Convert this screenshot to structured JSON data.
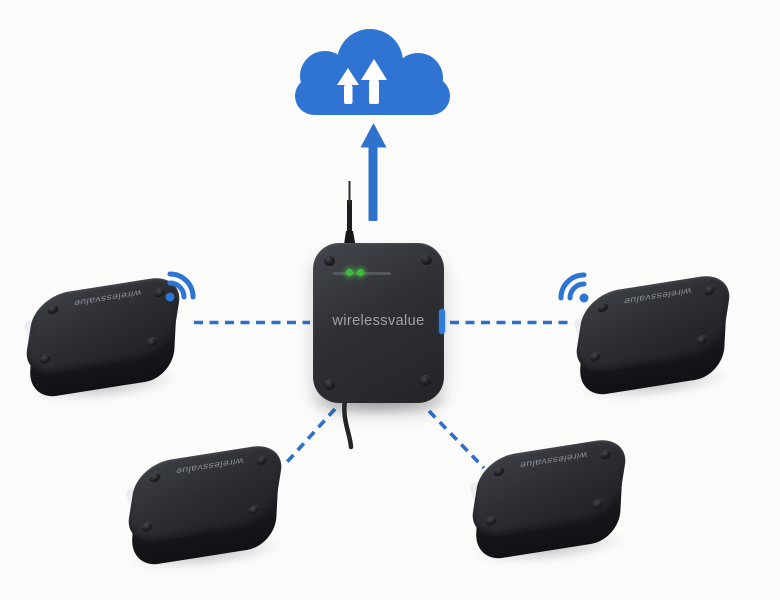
{
  "scene": {
    "background_color": "#fbfbfa",
    "accent_blue": "#2e6fc9",
    "cloud_blue": "#2f74d2",
    "led_green": "#3fd63a",
    "device_dark": "#2b2d32",
    "label_gray": "#9fa2a7"
  },
  "cloud": {
    "icon": "cloud-upload-icon",
    "upload_arrows": 2
  },
  "uplink": {
    "icon": "arrow-up-icon",
    "direction": "up"
  },
  "gateway": {
    "label": "wirelessvalue",
    "led_count": 2,
    "led_color": "#3fd63a",
    "has_antenna": true,
    "has_cable": true,
    "screw_count": 4
  },
  "sensors": [
    {
      "label": "wirelessvalue",
      "position": "left",
      "wifi": true
    },
    {
      "label": "wirelessvalue",
      "position": "right",
      "wifi": true
    },
    {
      "label": "wirelessvalue",
      "position": "bottom-left",
      "wifi": false
    },
    {
      "label": "wirelessvalue",
      "position": "bottom-right",
      "wifi": false
    }
  ],
  "links": [
    {
      "from": "sensor-left",
      "to": "gateway",
      "style": "dashed"
    },
    {
      "from": "sensor-right",
      "to": "gateway",
      "style": "dashed"
    },
    {
      "from": "sensor-bottom-left",
      "to": "gateway",
      "style": "dashed"
    },
    {
      "from": "sensor-bottom-right",
      "to": "gateway",
      "style": "dashed"
    },
    {
      "from": "gateway",
      "to": "cloud",
      "style": "solid-arrow"
    }
  ]
}
